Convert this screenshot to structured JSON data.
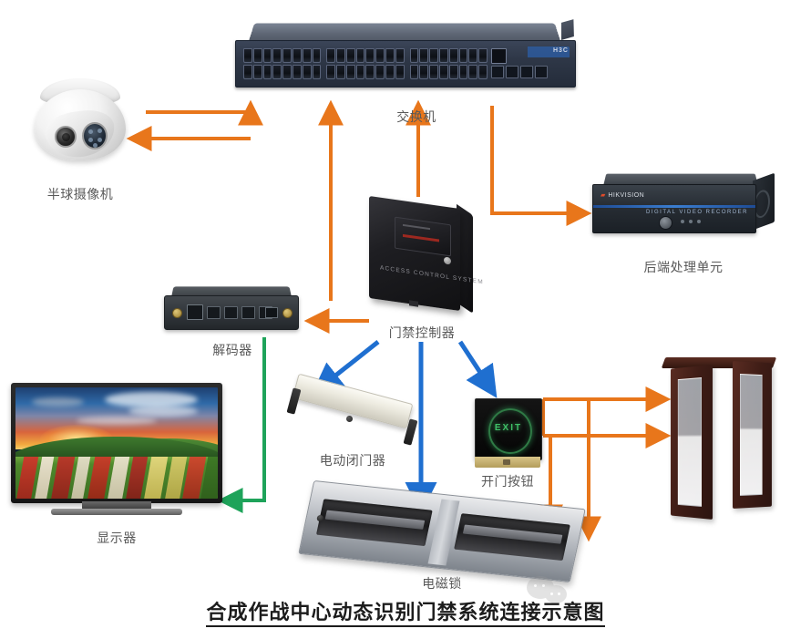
{
  "diagram": {
    "title": "合成作战中心动态识别门禁系统连接示意图",
    "watermark": "wechat-logo"
  },
  "devices": [
    {
      "id": "switch",
      "label": "交换机",
      "icon": "network-switch-icon",
      "brand": "H3C",
      "ports": 48
    },
    {
      "id": "camera",
      "label": "半球摄像机",
      "icon": "dome-camera-icon"
    },
    {
      "id": "nvr",
      "label": "后端处理单元",
      "icon": "nvr-recorder-icon",
      "brand": "HIKVISION",
      "face_text": "DIGITAL VIDEO RECORDER"
    },
    {
      "id": "controller",
      "label": "门禁控制器",
      "icon": "access-controller-icon",
      "face_text": "ACCESS CONTROL SYSTEM"
    },
    {
      "id": "decoder",
      "label": "解码器",
      "icon": "decoder-box-icon"
    },
    {
      "id": "monitor",
      "label": "显示器",
      "icon": "display-monitor-icon"
    },
    {
      "id": "closer",
      "label": "电动闭门器",
      "icon": "door-closer-icon"
    },
    {
      "id": "exitbtn",
      "label": "开门按钮",
      "icon": "exit-button-icon",
      "face_text": "EXIT"
    },
    {
      "id": "maglock",
      "label": "电磁锁",
      "icon": "magnetic-lock-icon"
    },
    {
      "id": "door",
      "label": "",
      "icon": "double-door-icon"
    }
  ],
  "labels": {
    "switch": "交换机",
    "camera": "半球摄像机",
    "nvr": "后端处理单元",
    "controller": "门禁控制器",
    "decoder": "解码器",
    "monitor": "显示器",
    "closer": "电动闭门器",
    "exit_button": "开门按钮",
    "maglock": "电磁锁"
  },
  "colors": {
    "arrow_orange": "#E8761B",
    "arrow_blue": "#1F6FD0",
    "arrow_green": "#1EA35A",
    "title_text": "#1C1C1C",
    "label_text": "#595959",
    "background": "#FFFFFF"
  },
  "connections": [
    {
      "from": "switch",
      "to": "camera",
      "color": "#E8761B",
      "direction": "to-camera"
    },
    {
      "from": "camera",
      "to": "switch",
      "color": "#E8761B",
      "direction": "to-switch"
    },
    {
      "from": "decoder",
      "to": "switch",
      "color": "#E8761B",
      "direction": "to-switch"
    },
    {
      "from": "controller",
      "to": "switch",
      "color": "#E8761B",
      "direction": "to-switch"
    },
    {
      "from": "switch",
      "to": "nvr",
      "color": "#E8761B",
      "direction": "to-nvr"
    },
    {
      "from": "controller",
      "to": "decoder",
      "color": "#E8761B",
      "direction": "to-decoder"
    },
    {
      "from": "decoder",
      "to": "monitor",
      "color": "#1EA35A",
      "direction": "to-monitor"
    },
    {
      "from": "controller",
      "to": "closer",
      "color": "#1F6FD0",
      "direction": "to-closer"
    },
    {
      "from": "controller",
      "to": "maglock",
      "color": "#1F6FD0",
      "direction": "to-maglock"
    },
    {
      "from": "controller",
      "to": "exit_button",
      "color": "#1F6FD0",
      "direction": "to-exit-button"
    },
    {
      "from": "exit_button",
      "to": "door",
      "color": "#E8761B",
      "direction": "to-door-upper"
    },
    {
      "from": "maglock",
      "to": "door",
      "color": "#E8761B",
      "direction": "to-door-lower"
    }
  ]
}
